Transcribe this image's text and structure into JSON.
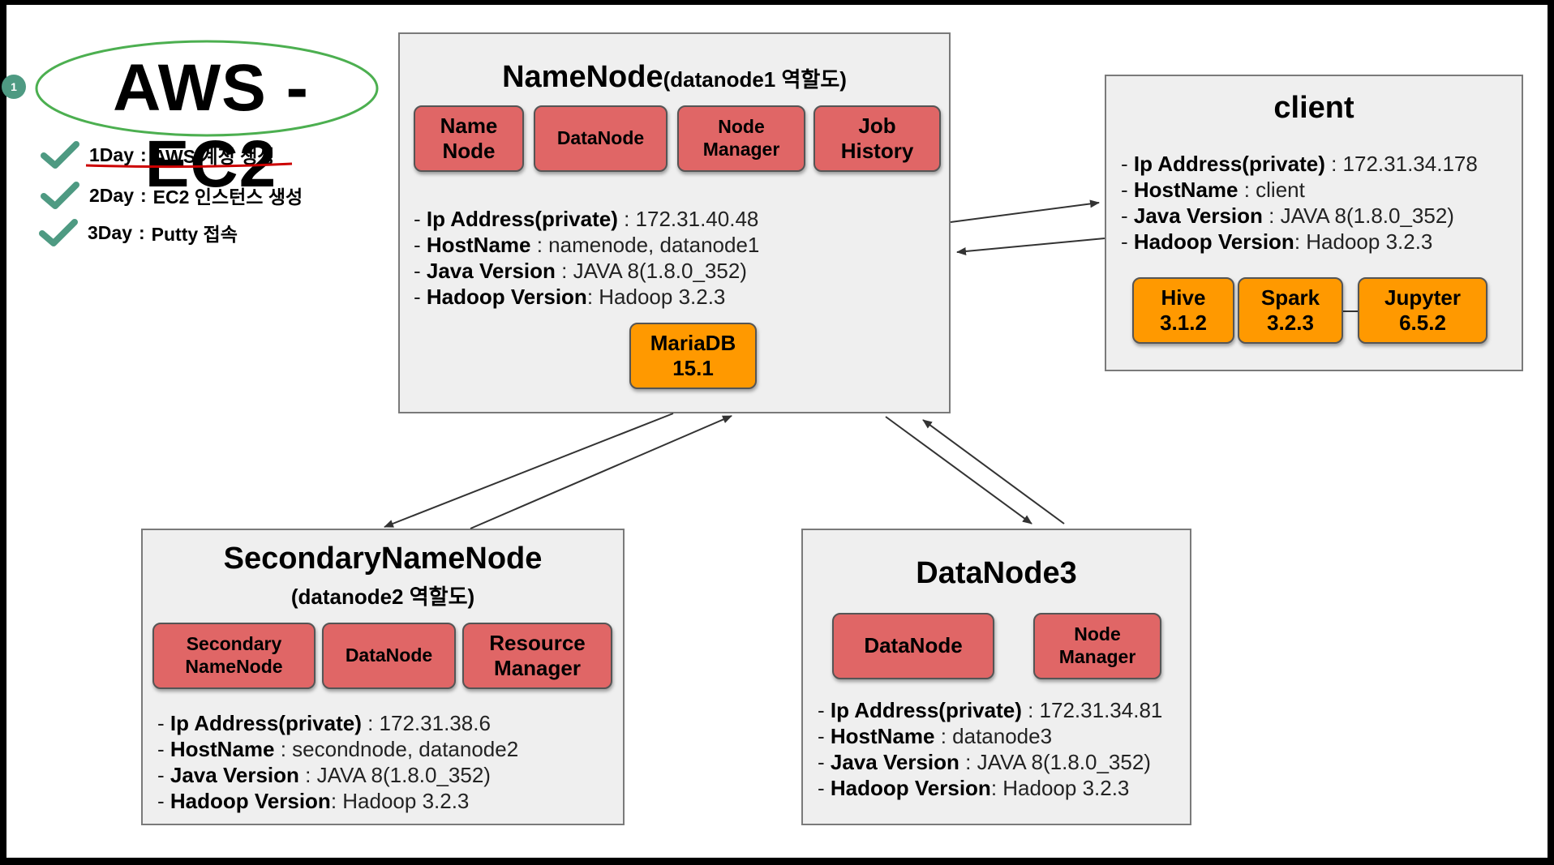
{
  "header": {
    "badge": "1",
    "title": "AWS - EC2",
    "checklist": [
      {
        "day": "1Day",
        "text": "AWS 계정 생성"
      },
      {
        "day": "2Day",
        "text": "EC2 인스턴스 생성"
      },
      {
        "day": "3Day",
        "text": "Putty 접속"
      }
    ]
  },
  "labels": {
    "ip": "Ip Address(private)",
    "host": "HostName",
    "java": "Java Version",
    "hadoop": "Hadoop Version"
  },
  "namenode": {
    "title": "NameNode",
    "subtitle": "(datanode1 역할도)",
    "components": [
      "Name Node",
      "DataNode",
      "Node Manager",
      "Job History"
    ],
    "ip": "172.31.40.48",
    "host": "namenode, datanode1",
    "java": "JAVA 8(1.8.0_352)",
    "hadoop": "Hadoop 3.2.3",
    "db_name": "MariaDB",
    "db_version": "15.1"
  },
  "client": {
    "title": "client",
    "ip": "172.31.34.178",
    "host": "client",
    "java": "JAVA 8(1.8.0_352)",
    "hadoop": "Hadoop 3.2.3",
    "tools": [
      {
        "name": "Hive",
        "version": "3.1.2"
      },
      {
        "name": "Spark",
        "version": "3.2.3"
      },
      {
        "name": "Jupyter",
        "version": "6.5.2"
      }
    ]
  },
  "secondary": {
    "title": "SecondaryNameNode",
    "subtitle": "(datanode2 역할도)",
    "components": [
      "Secondary NameNode",
      "DataNode",
      "Resource Manager"
    ],
    "ip": "172.31.38.6",
    "host": "secondnode, datanode2",
    "java": "JAVA 8(1.8.0_352)",
    "hadoop": "Hadoop 3.2.3"
  },
  "datanode3": {
    "title": "DataNode3",
    "components": [
      "DataNode",
      "Node Manager"
    ],
    "ip": "172.31.34.81",
    "host": "datanode3",
    "java": "JAVA 8(1.8.0_352)",
    "hadoop": "Hadoop 3.2.3"
  },
  "colors": {
    "component_red": "#e06666",
    "component_orange": "#ff9900",
    "box_fill": "#efefef",
    "check_green": "#4e9a82",
    "oval_green": "#4caf50",
    "underline_red": "#cc0000"
  },
  "icons": [
    "check-icon",
    "step-badge"
  ]
}
